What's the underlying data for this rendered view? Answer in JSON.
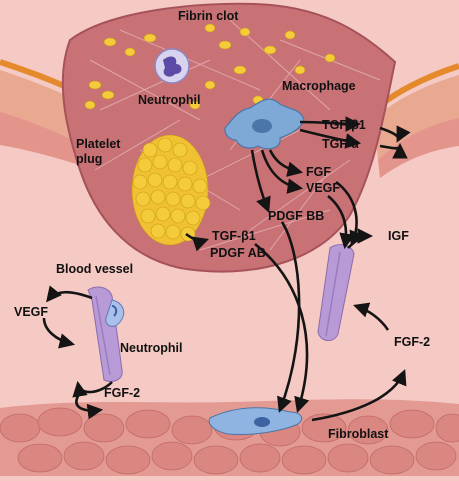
{
  "labels": {
    "fibrin_clot": "Fibrin clot",
    "neutrophil_top": "Neutrophil",
    "macrophage": "Macrophage",
    "platelet_plug_line1": "Platelet",
    "platelet_plug_line2": "plug",
    "tgf_b1_macrophage": "TGF-β1",
    "tgf_alpha": "TGF-α",
    "fgf": "FGF",
    "vegf_macrophage": "VEGF",
    "pdgf_bb": "PDGF BB",
    "tgf_b1_platelet": "TGF-β1",
    "pdgf_ab": "PDGF AB",
    "igf": "IGF",
    "blood_vessel": "Blood vessel",
    "vegf_vessel": "VEGF",
    "neutrophil_vessel": "Neutrophil",
    "fgf2_left": "FGF-2",
    "fgf2_right": "FGF-2",
    "fibroblast": "Fibroblast"
  },
  "colors": {
    "dermis": "#f5c9c4",
    "clot": "#c97276",
    "clot_dark": "#b85c63",
    "platelet": "#f4cb3a",
    "macrophage": "#7ea8d6",
    "vessel": "#b89ad6",
    "epidermis": "#e9a890",
    "fat_cells": "#e29a93",
    "arrow": "#141414"
  }
}
